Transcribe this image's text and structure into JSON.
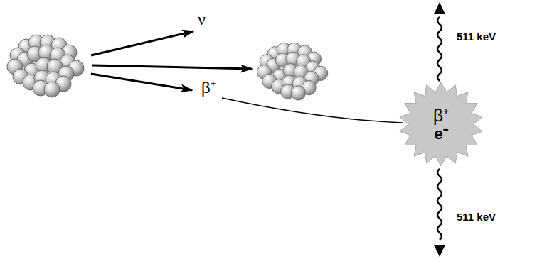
{
  "diagram": {
    "nodes": [
      {
        "text": [
          "β⁺",
          "e⁻"
        ]
      }
    ],
    "labels": [
      "ν",
      "β⁺",
      "511 keV",
      "511 keV"
    ]
  }
}
